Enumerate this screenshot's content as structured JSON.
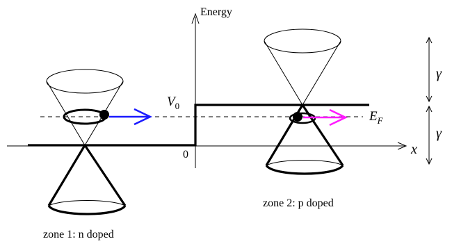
{
  "axes": {
    "y_label": "Energy",
    "x_label": "x",
    "origin_label": "0"
  },
  "levels": {
    "potential_label": "V",
    "potential_subscript": "0",
    "fermi_label": "E",
    "fermi_subscript": "F",
    "gamma_upper": "γ",
    "gamma_lower": "γ"
  },
  "zones": [
    {
      "label": "zone 1: n doped"
    },
    {
      "label": "zone 2: p doped"
    }
  ],
  "colors": {
    "line": "#000000",
    "electron_arrow": "#1a1aff",
    "hole_arrow": "#ff1aff",
    "background": "#ffffff"
  }
}
